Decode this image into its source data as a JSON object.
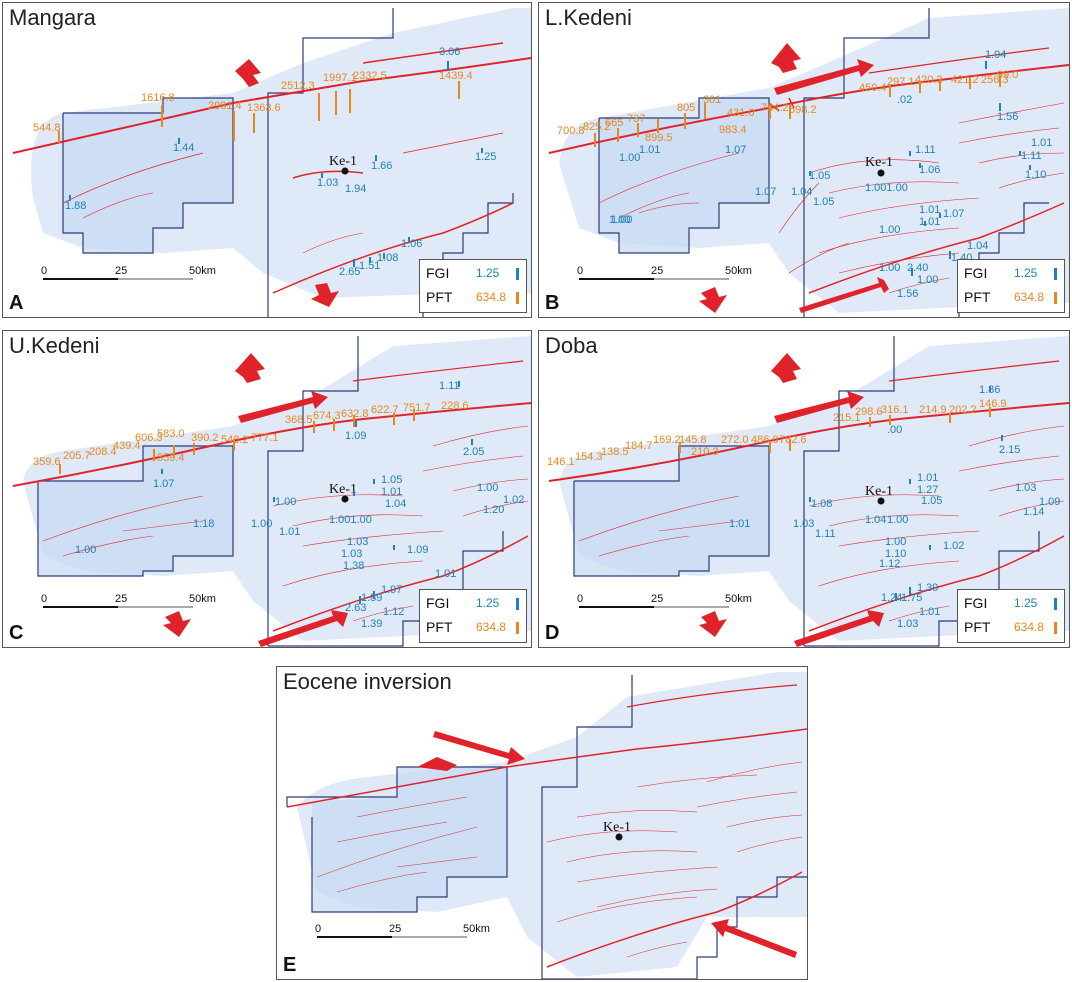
{
  "colors": {
    "fault": "#e0232a",
    "fgi": "#1f82b8",
    "pft": "#e8871e",
    "basin": "#dbe7f6",
    "outline": "#2b3d7a",
    "arrow": "#e0232a"
  },
  "legend": {
    "fgi_label": "FGI",
    "fgi_value": "1.25",
    "pft_label": "PFT",
    "pft_value": "634.8"
  },
  "scale": {
    "t0": "0",
    "t1": "25",
    "t2": "50km"
  },
  "well": {
    "name": "Ke-1"
  },
  "panels": [
    {
      "id": "A",
      "title": "Mangara",
      "letter": "A",
      "pft": [
        "544.8",
        "1616.8",
        "2981.4",
        "1363.6",
        "2512.3",
        "1997.1",
        "2332.5",
        "1439.4"
      ],
      "fgi": [
        "3.06",
        "1.44",
        "1.66",
        "1.25",
        "1.03",
        "1.94",
        "1.88",
        "2.65",
        "1.51",
        "1.08",
        "1.06"
      ]
    },
    {
      "id": "B",
      "title": "L.Kedeni",
      "letter": "B",
      "pft": [
        "700.8",
        "825.2",
        "665",
        "737",
        "899.5",
        "805",
        "301",
        "983.4",
        "431.0",
        "784.2",
        "598.2",
        "450.4",
        "297.1",
        "420.3",
        "421.2",
        "256.3",
        "99.0"
      ],
      "fgi": [
        "1.94",
        ".02",
        "1.56",
        "1.00",
        "1.01",
        "1.07",
        "1.00",
        "1.11",
        "1.06",
        "1.11",
        "1.01",
        "1.10",
        "1.05",
        "1.04",
        "1.05",
        "1.07",
        "1.001.00",
        "1.00",
        "1.01",
        "1.01",
        "1.07",
        "1.00",
        "1.04",
        "1.40",
        "1.00",
        "2.40",
        "1.00",
        "1.56"
      ]
    },
    {
      "id": "C",
      "title": "U.Kedeni",
      "letter": "C",
      "pft": [
        "359.6",
        "205.7",
        "208.4",
        "439.4",
        "606.3",
        "583.0",
        "559.4",
        "390.2",
        "548.2",
        "777.1",
        "368.5",
        "674.3",
        "632.8",
        "622.7",
        "751.7",
        "228.6"
      ],
      "fgi": [
        "1.11",
        "1.09",
        "2.05",
        "1.07",
        "1.18",
        "1.00",
        "1.00",
        "1.01",
        "1.05",
        "1.01",
        "1.04",
        "1.001.00",
        "1.00",
        "1.02",
        "1.20",
        "1.03",
        "1.03",
        "1.09",
        "1.38",
        "1.01",
        "1.97",
        "1.89",
        "2.63",
        "1.12",
        "1.39",
        "1.00"
      ]
    },
    {
      "id": "D",
      "title": "Doba",
      "letter": "D",
      "pft": [
        "146.1",
        "154.3",
        "138.5",
        "184.7",
        "169.2",
        "145.8",
        "210.3",
        "272.0",
        "486.0",
        "782.6",
        "215.1",
        "298.6",
        "316.1",
        "214.9",
        "202.2",
        "146.9"
      ],
      "fgi": [
        "1.86",
        ".00",
        "2.15",
        "1.01",
        "1.27",
        "1.05",
        "1.03",
        "1.09",
        "1.14",
        "1.08",
        "1.03",
        "1.11",
        "1.04",
        "1.00",
        "1.01",
        "1.00",
        "1.02",
        "1.10",
        "1.12",
        "1.39",
        "1.24",
        "1.75",
        "1.01",
        "1.03"
      ]
    },
    {
      "id": "E",
      "title": "Eocene inversion",
      "letter": "E"
    }
  ]
}
